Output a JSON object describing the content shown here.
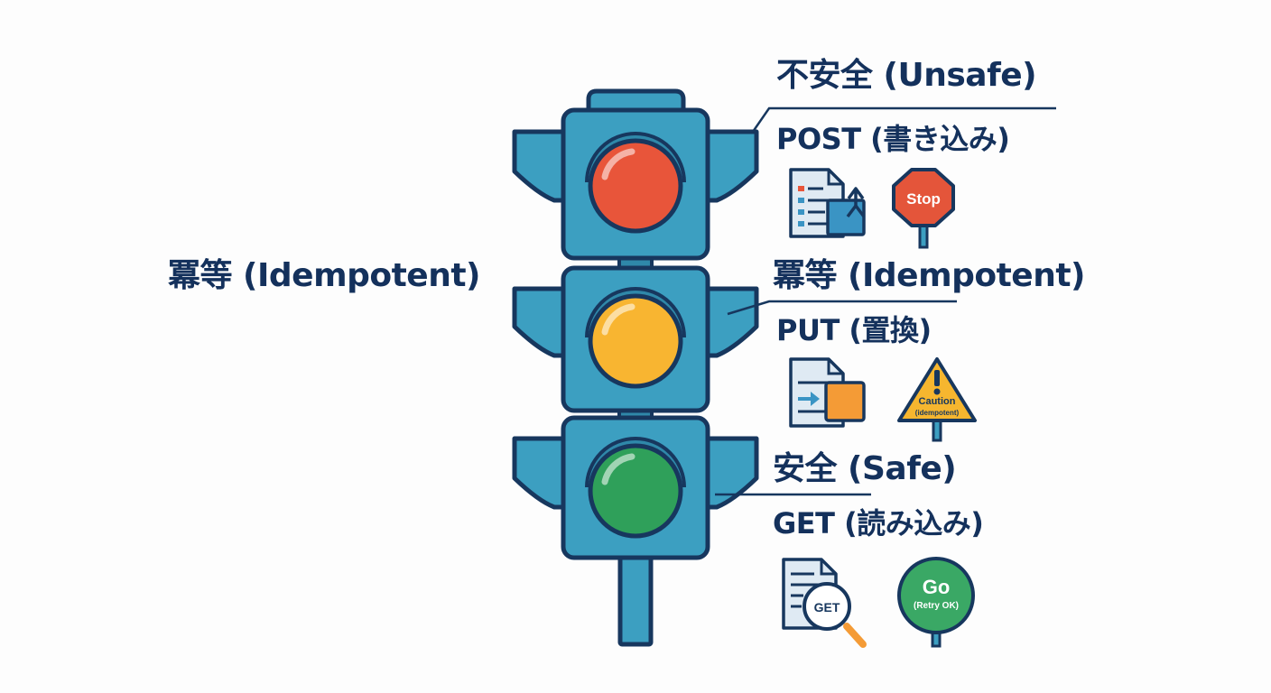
{
  "side_label": "冪等 (Idempotent)",
  "tiers": [
    {
      "category": "不安全 (Unsafe)",
      "method": "POST (書き込み)",
      "light_color": "#e8553a",
      "sign_color": "#e4553a",
      "doc_icon": "document-upload-icon",
      "sign_icon": "stop-sign-icon",
      "sign_text": "Stop",
      "sign_subtext": ""
    },
    {
      "category": "冪等 (Idempotent)",
      "method": "PUT (置換)",
      "light_color": "#f8b531",
      "sign_color": "#f6b62f",
      "doc_icon": "document-replace-icon",
      "sign_icon": "caution-sign-icon",
      "sign_text": "Caution",
      "sign_subtext": "(idempotent)"
    },
    {
      "category": "安全 (Safe)",
      "method": "GET (読み込み)",
      "light_color": "#2fa05a",
      "sign_color": "#3aa865",
      "doc_icon": "document-search-icon",
      "sign_icon": "go-sign-icon",
      "sign_text": "Go",
      "sign_subtext": "(Retry OK)",
      "search_text": "GET"
    }
  ],
  "colors": {
    "outline": "#17375e",
    "housing": "#3c9fc1",
    "housing_shade": "#2f88a9",
    "pole": "#3c9fc1",
    "doc_bg": "#dfeaf3",
    "accent_blue": "#3a94c4",
    "accent_orange": "#f49b36"
  }
}
